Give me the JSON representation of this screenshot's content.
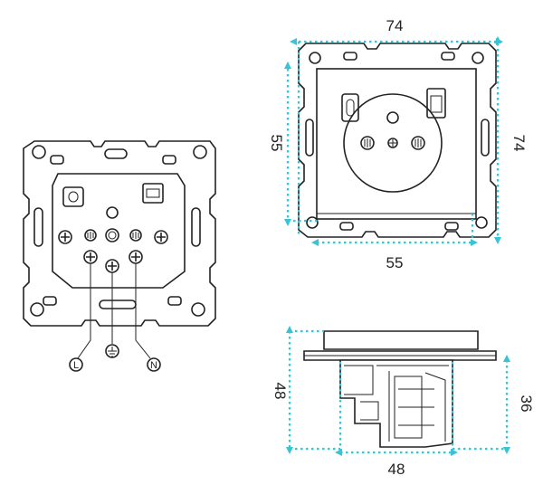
{
  "colors": {
    "line": "#222222",
    "dimension": "#38c4d4",
    "background": "#ffffff"
  },
  "front_view": {
    "width_label": "74",
    "height_label": "74",
    "plate_height_label": "55",
    "plate_width_label": "55"
  },
  "side_view": {
    "height_label": "48",
    "body_height_label": "36",
    "body_width_label": "48"
  },
  "rear_view": {
    "terminals": [
      "L",
      "N"
    ],
    "ground_icon": "ground-icon"
  }
}
